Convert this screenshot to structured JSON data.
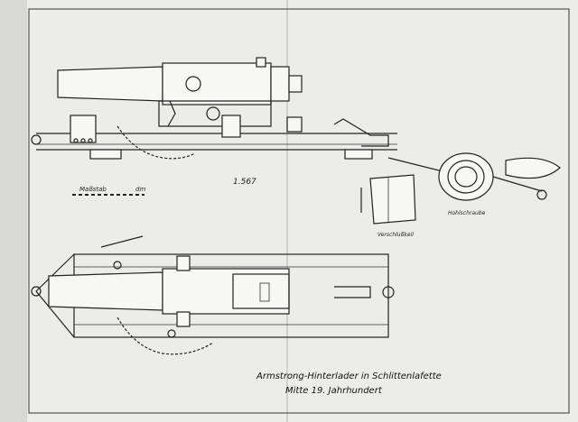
{
  "caption": {
    "line1": "Armstrong-Hinterlader in Schlittenlafette",
    "line2": "Mitte 19. Jahrhundert"
  },
  "labels": {
    "massstab": "Maßstab",
    "unit": "dm",
    "verschlusskeil": "Verschlußkeil",
    "hohlschraube": "Hohlschraube",
    "pencil_note": "1.567"
  }
}
